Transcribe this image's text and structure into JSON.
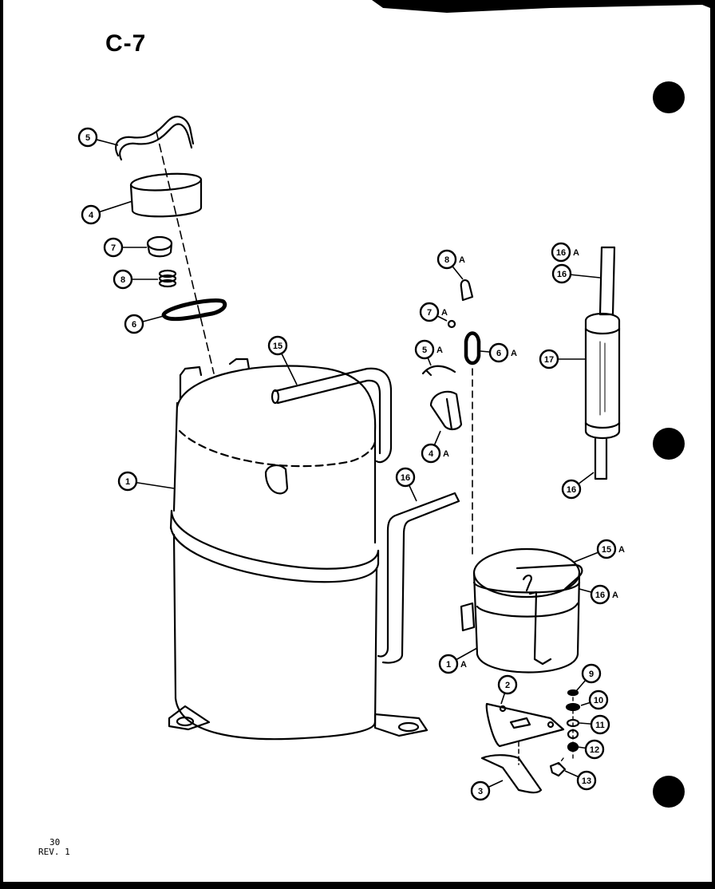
{
  "header": {
    "title": "C-7"
  },
  "footer": {
    "page_number": "30",
    "revision": "REV. 1"
  },
  "callouts": [
    {
      "id": "5-main",
      "number": "5",
      "suffix": ""
    },
    {
      "id": "4-main",
      "number": "4",
      "suffix": ""
    },
    {
      "id": "7-main",
      "number": "7",
      "suffix": ""
    },
    {
      "id": "8-main",
      "number": "8",
      "suffix": ""
    },
    {
      "id": "6-main",
      "number": "6",
      "suffix": ""
    },
    {
      "id": "15-main",
      "number": "15",
      "suffix": ""
    },
    {
      "id": "1-main",
      "number": "1",
      "suffix": ""
    },
    {
      "id": "16-main",
      "number": "16",
      "suffix": ""
    },
    {
      "id": "8A",
      "number": "8",
      "suffix": "A"
    },
    {
      "id": "7A",
      "number": "7",
      "suffix": "A"
    },
    {
      "id": "5A",
      "number": "5",
      "suffix": "A"
    },
    {
      "id": "6A",
      "number": "6",
      "suffix": "A"
    },
    {
      "id": "4A",
      "number": "4",
      "suffix": "A"
    },
    {
      "id": "16A-top",
      "number": "16",
      "suffix": "A"
    },
    {
      "id": "16-right-top",
      "number": "16",
      "suffix": ""
    },
    {
      "id": "17",
      "number": "17",
      "suffix": ""
    },
    {
      "id": "16-right-bottom",
      "number": "16",
      "suffix": ""
    },
    {
      "id": "15A",
      "number": "15",
      "suffix": "A"
    },
    {
      "id": "16A-small",
      "number": "16",
      "suffix": "A"
    },
    {
      "id": "1A",
      "number": "1",
      "suffix": "A"
    },
    {
      "id": "2",
      "number": "2",
      "suffix": ""
    },
    {
      "id": "9",
      "number": "9",
      "suffix": ""
    },
    {
      "id": "10",
      "number": "10",
      "suffix": ""
    },
    {
      "id": "11",
      "number": "11",
      "suffix": ""
    },
    {
      "id": "12",
      "number": "12",
      "suffix": ""
    },
    {
      "id": "3",
      "number": "3",
      "suffix": ""
    },
    {
      "id": "13",
      "number": "13",
      "suffix": ""
    }
  ]
}
